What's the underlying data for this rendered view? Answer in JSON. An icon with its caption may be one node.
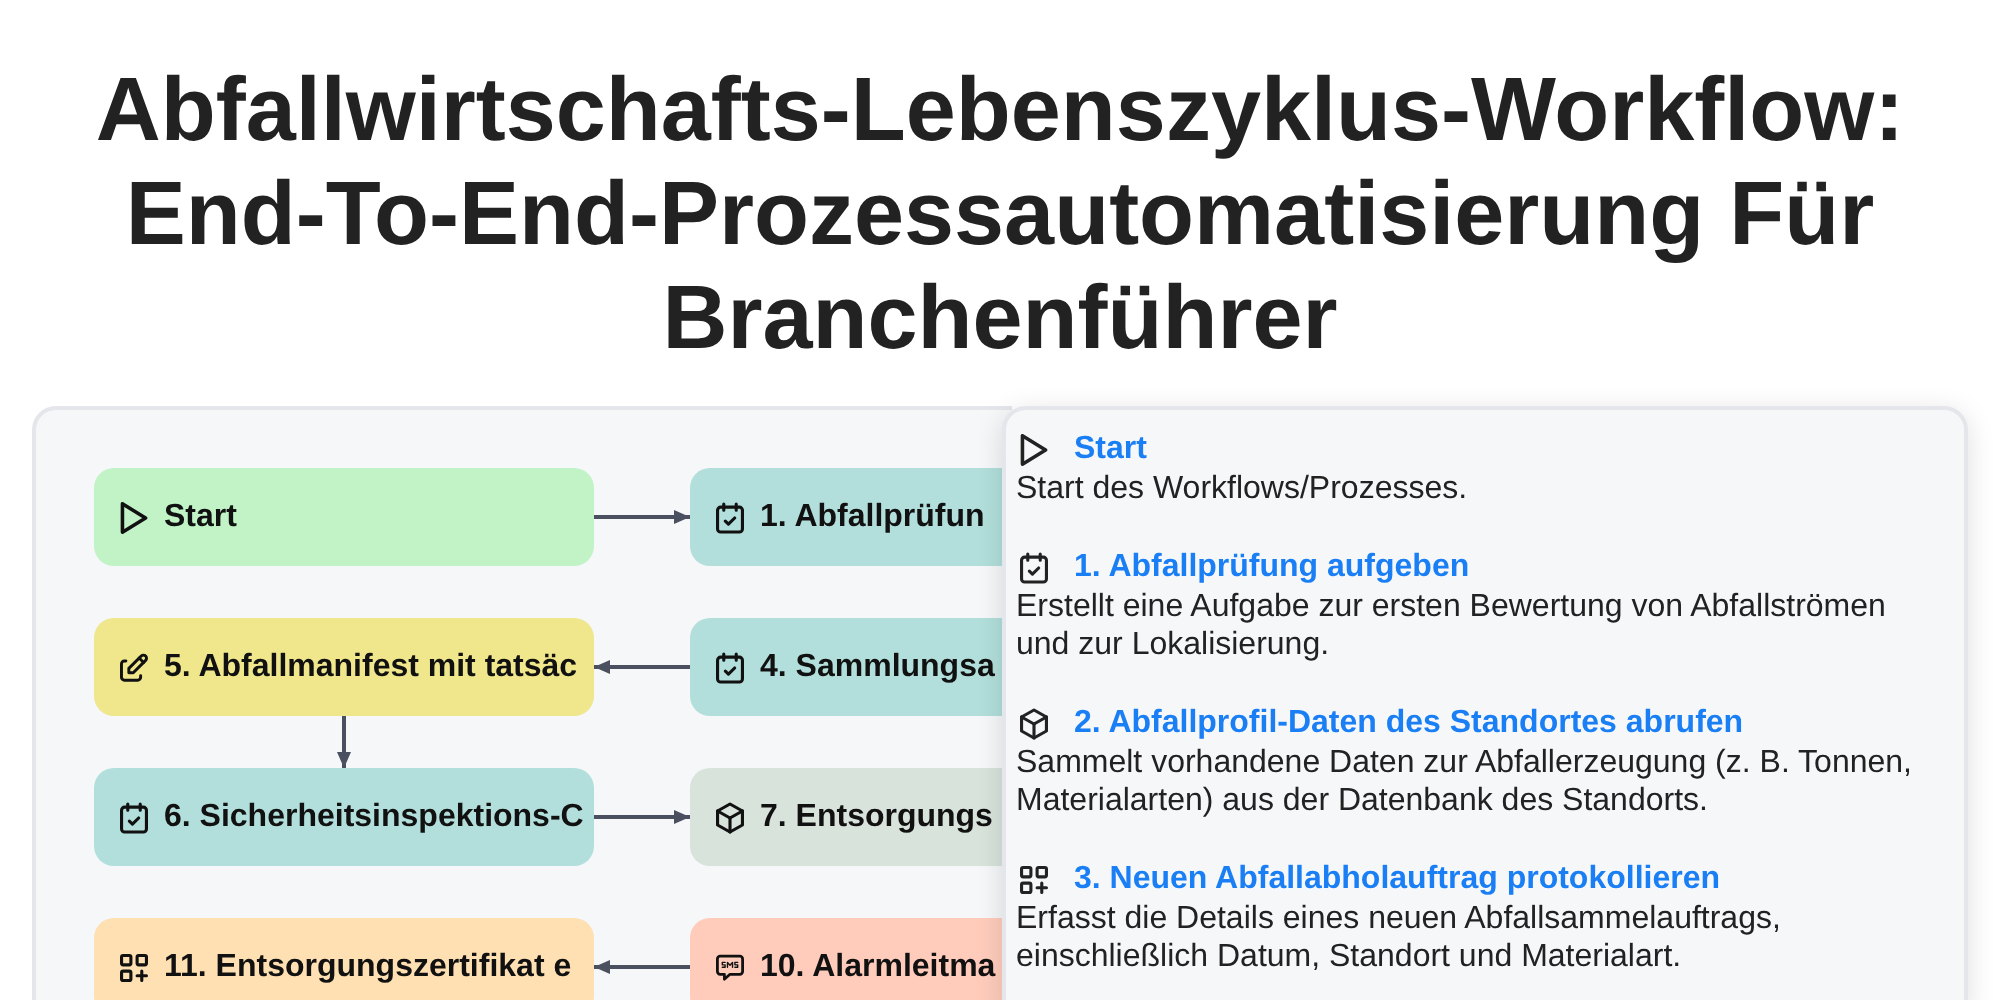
{
  "diagram": {
    "title": "Abfallwirtschafts-Lebenszyklus-Workflow: End-To-End-Prozessautomatisierung Für Branchenführer",
    "nodes": [
      {
        "text": [
          "Start"
        ]
      },
      {
        "text": [
          "1. Abfallprüfun"
        ]
      },
      {
        "text": [
          "5. Abfallmanifest mit tatsäc"
        ]
      },
      {
        "text": [
          "4. Sammlungsa"
        ]
      },
      {
        "text": [
          "6. Sicherheitsinspektions-C"
        ]
      },
      {
        "text": [
          "7. Entsorgungs"
        ]
      },
      {
        "text": [
          "11. Entsorgungszertifikat e"
        ]
      },
      {
        "text": [
          "10. Alarmleitma"
        ]
      },
      {
        "text": [
          "Start",
          "Start des Workflows/Prozesses.",
          "1. Abfallprüfung aufgeben",
          "Erstellt eine Aufgabe zur ersten Bewertung von Abfallströmen und zur Lokalisierung.",
          "2. Abfallprofil-Daten des Standortes abrufen",
          "Sammelt vorhandene Daten zur Abfallerzeugung (z. B. Tonnen, Materialarten) aus der Datenbank des Standorts.",
          "3. Neuen Abfallabholauftrag protokollieren",
          "Erfasst die Details eines neuen Abfallsammelauftrags, einschließlich Datum, Standort und Materialart."
        ]
      }
    ],
    "edges": [
      {
        "from": 0,
        "to": 1,
        "arrow": "to"
      },
      {
        "from": 3,
        "to": 2,
        "arrow": "to"
      },
      {
        "from": 2,
        "to": 4,
        "arrow": "to"
      },
      {
        "from": 4,
        "to": 5,
        "arrow": "to"
      },
      {
        "from": 7,
        "to": 6,
        "arrow": "to"
      }
    ]
  }
}
